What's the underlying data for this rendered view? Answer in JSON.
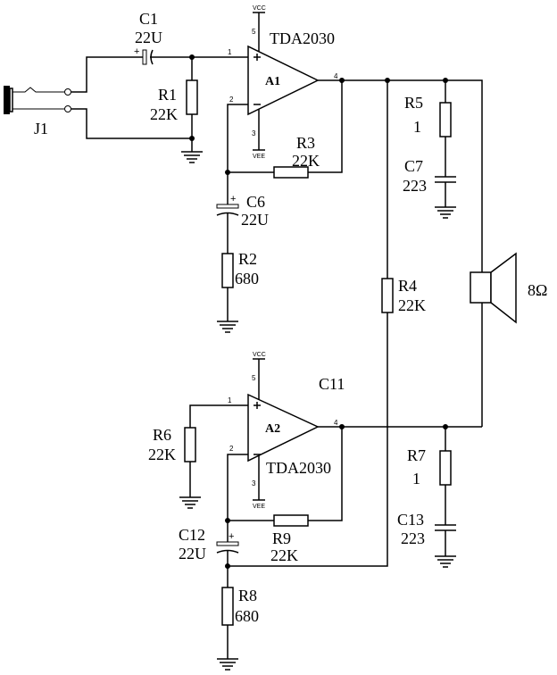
{
  "labels": {
    "C1": "C1",
    "C1_val": "22U",
    "R1": "R1",
    "R1_val": "22K",
    "J1": "J1",
    "A1": "A1",
    "A1_chip": "TDA2030",
    "R3": "R3",
    "R3_val": "22K",
    "C6": "C6",
    "C6_val": "22U",
    "R2": "R2",
    "R2_val": "680",
    "R5": "R5",
    "R5_val": "1",
    "C7": "C7",
    "C7_val": "223",
    "R4": "R4",
    "R4_val": "22K",
    "SPK_val": "8Ω",
    "C11": "C11",
    "A2": "A2",
    "A2_chip": "TDA2030",
    "R6": "R6",
    "R6_val": "22K",
    "R9": "R9",
    "R9_val": "22K",
    "C12": "C12",
    "C12_val": "22U",
    "R8": "R8",
    "R8_val": "680",
    "R7": "R7",
    "R7_val": "1",
    "C13": "C13",
    "C13_val": "223"
  },
  "pins": {
    "vcc": "VCC",
    "vee": "VEE",
    "p1": "1",
    "p2": "2",
    "p3": "3",
    "p4": "4",
    "p5": "5",
    "plus": "+",
    "minus": "−"
  }
}
